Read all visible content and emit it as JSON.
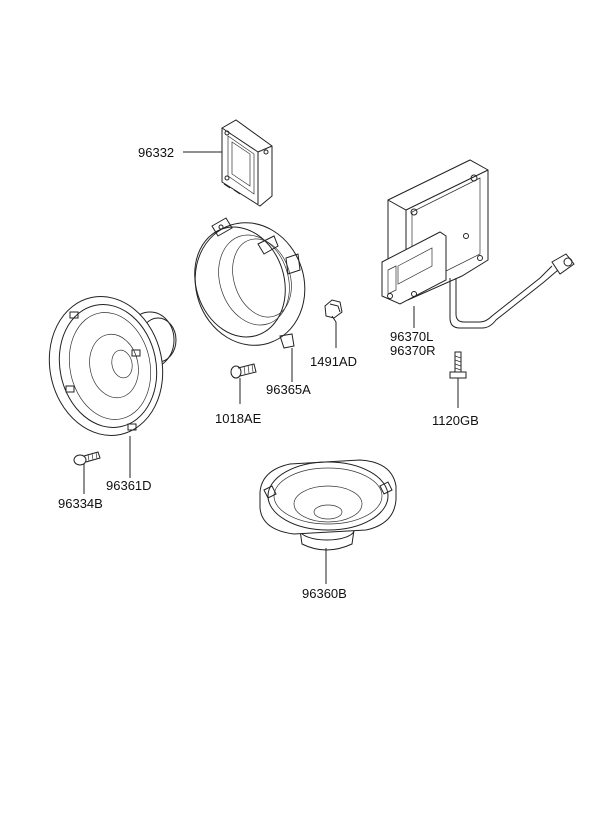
{
  "parts": {
    "p96332": "96332",
    "p96365A": "96365A",
    "p1491AD": "1491AD",
    "p96370L": "96370L",
    "p96370R": "96370R",
    "p1120GB": "1120GB",
    "p1018AE": "1018AE",
    "p96361D": "96361D",
    "p96334B": "96334B",
    "p96360B": "96360B"
  }
}
